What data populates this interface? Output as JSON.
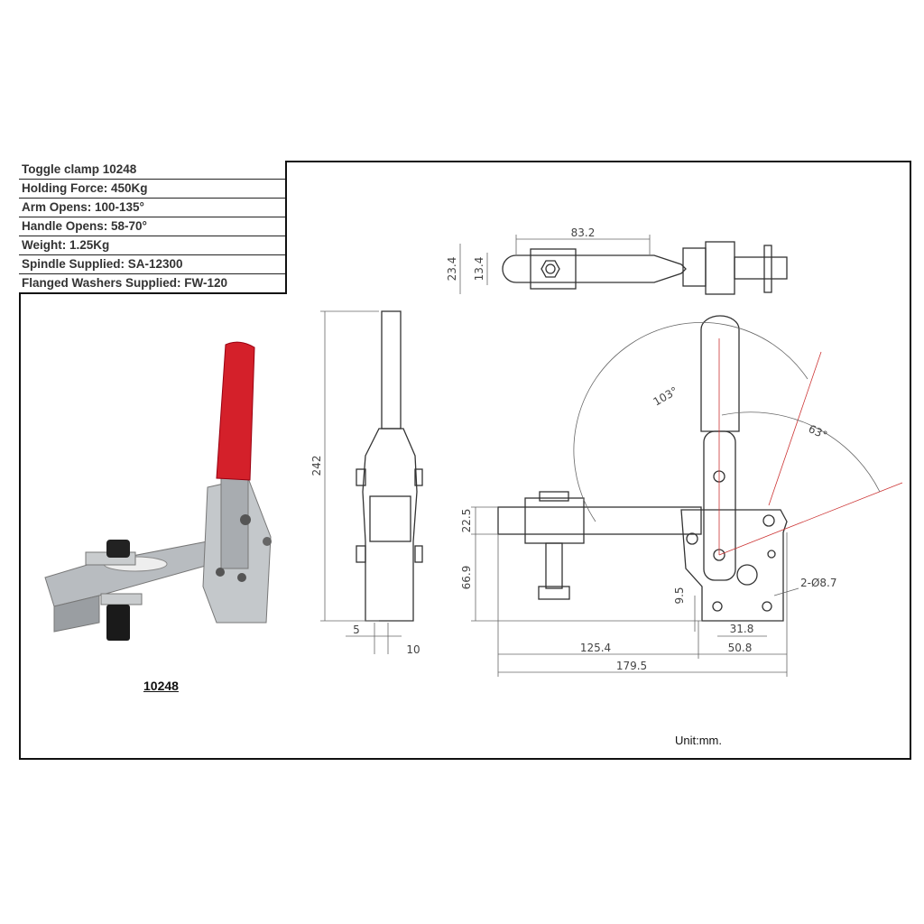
{
  "specs": [
    "Toggle clamp 10248",
    "Holding Force: 450Kg",
    "Arm Opens: 100-135°",
    "Handle Opens: 58-70°",
    "Weight: 1.25Kg",
    "Spindle Supplied: SA-12300",
    "Flanged Washers Supplied: FW-120"
  ],
  "model_label": "10248",
  "unit_label": "Unit:mm.",
  "dimensions": {
    "top_len": "83.2",
    "top_h_outer": "23.4",
    "top_h_inner": "13.4",
    "side_height": "242",
    "side_w1": "5",
    "side_w2": "10",
    "arm_h": "22.5",
    "spindle_h": "66.9",
    "hole_off": "9.5",
    "hole_spacing": "31.8",
    "base_w": "50.8",
    "arm_len": "125.4",
    "total_len": "179.5",
    "holes": "2-Ø8.7",
    "angle_arm": "103°",
    "angle_handle": "63°"
  },
  "colors": {
    "handle": "#d4202a",
    "frame": "#111111"
  }
}
